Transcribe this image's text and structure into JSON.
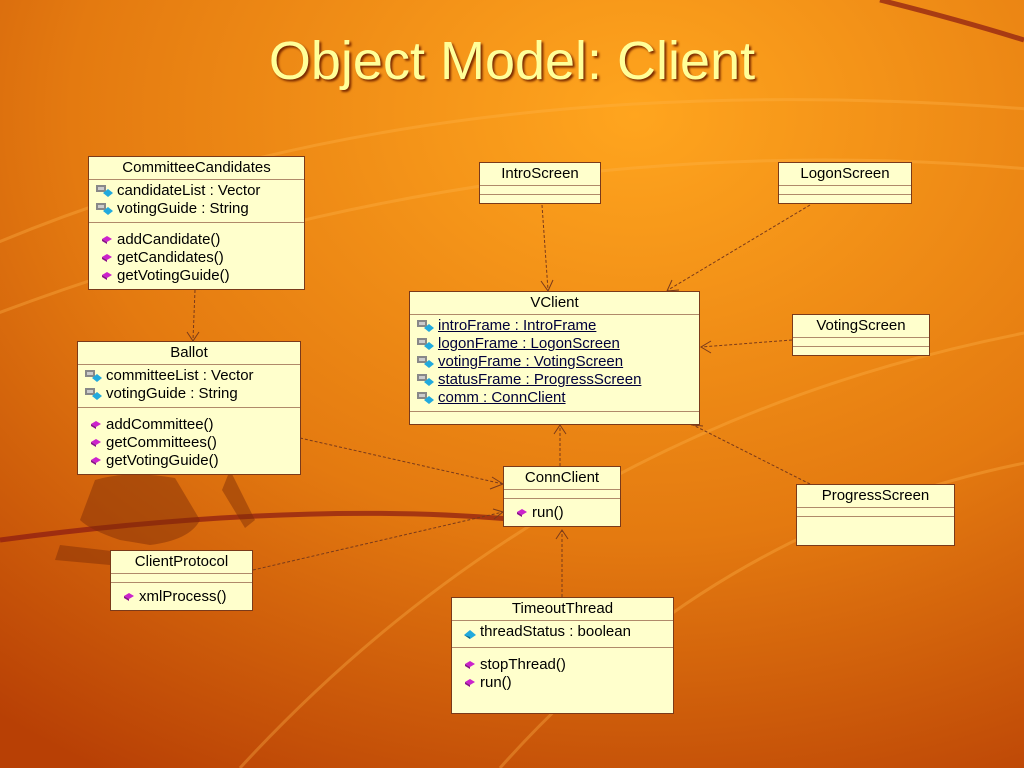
{
  "slide": {
    "title": "Object Model: Client"
  },
  "colors": {
    "background_start": "#f7a01a",
    "background_end": "#c24a06",
    "title": "#ffff99",
    "box_fill": "#ffffcc",
    "connector": "#7a3a1a"
  },
  "classes": {
    "committee_candidates": {
      "name": "CommitteeCandidates",
      "attributes": [
        "candidateList : Vector",
        "votingGuide : String"
      ],
      "operations": [
        "addCandidate()",
        "getCandidates()",
        "getVotingGuide()"
      ]
    },
    "ballot": {
      "name": "Ballot",
      "attributes": [
        "committeeList : Vector",
        "votingGuide : String"
      ],
      "operations": [
        "addCommittee()",
        "getCommittees()",
        "getVotingGuide()"
      ]
    },
    "client_protocol": {
      "name": "ClientProtocol",
      "operations": [
        "xmlProcess()"
      ]
    },
    "intro_screen": {
      "name": "IntroScreen"
    },
    "logon_screen": {
      "name": "LogonScreen"
    },
    "voting_screen": {
      "name": "VotingScreen"
    },
    "progress_screen": {
      "name": "ProgressScreen"
    },
    "vclient": {
      "name": "VClient",
      "attributes": [
        "introFrame : IntroFrame",
        "logonFrame : LogonScreen",
        "votingFrame : VotingScreen",
        "statusFrame : ProgressScreen",
        "comm : ConnClient"
      ]
    },
    "conn_client": {
      "name": "ConnClient",
      "operations": [
        "run()"
      ]
    },
    "timeout_thread": {
      "name": "TimeoutThread",
      "attributes": [
        "threadStatus : boolean"
      ],
      "operations": [
        "stopThread()",
        "run()"
      ]
    }
  }
}
